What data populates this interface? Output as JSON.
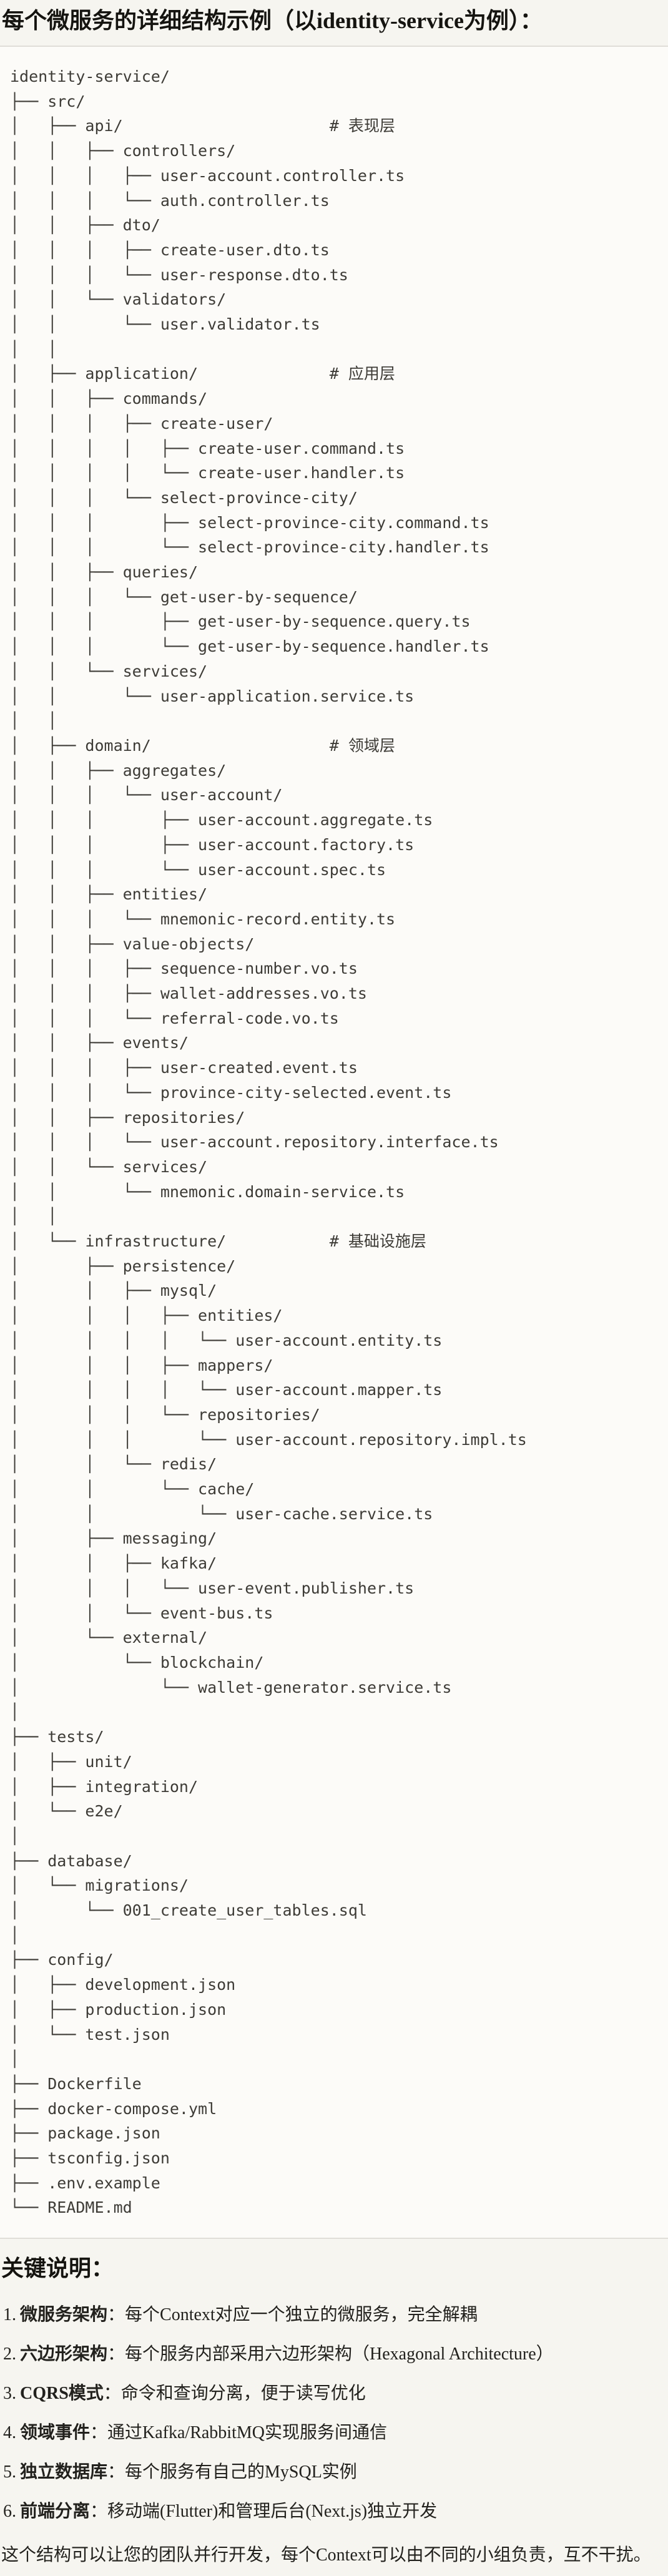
{
  "page": {
    "title": "每个微服务的详细结构示例（以identity-service为例）：",
    "colors": {
      "page_background": "#f6f5f0",
      "code_background": "#fcfbf8",
      "code_border": "#e0ded8",
      "code_text": "#3d3b36",
      "body_text": "#22211d"
    }
  },
  "code_block": {
    "language": "plaintext-directory-tree",
    "root": "identity-service/",
    "layer_comments": [
      "# 表现层",
      "# 应用层",
      "# 领域层",
      "# 基础设施层"
    ],
    "lines": [
      "identity-service/",
      "├── src/",
      "│   ├── api/                      # 表现层",
      "│   │   ├── controllers/",
      "│   │   │   ├── user-account.controller.ts",
      "│   │   │   └── auth.controller.ts",
      "│   │   ├── dto/",
      "│   │   │   ├── create-user.dto.ts",
      "│   │   │   └── user-response.dto.ts",
      "│   │   └── validators/",
      "│   │       └── user.validator.ts",
      "│   │",
      "│   ├── application/              # 应用层",
      "│   │   ├── commands/",
      "│   │   │   ├── create-user/",
      "│   │   │   │   ├── create-user.command.ts",
      "│   │   │   │   └── create-user.handler.ts",
      "│   │   │   └── select-province-city/",
      "│   │   │       ├── select-province-city.command.ts",
      "│   │   │       └── select-province-city.handler.ts",
      "│   │   ├── queries/",
      "│   │   │   └── get-user-by-sequence/",
      "│   │   │       ├── get-user-by-sequence.query.ts",
      "│   │   │       └── get-user-by-sequence.handler.ts",
      "│   │   └── services/",
      "│   │       └── user-application.service.ts",
      "│   │",
      "│   ├── domain/                   # 领域层",
      "│   │   ├── aggregates/",
      "│   │   │   └── user-account/",
      "│   │   │       ├── user-account.aggregate.ts",
      "│   │   │       ├── user-account.factory.ts",
      "│   │   │       └── user-account.spec.ts",
      "│   │   ├── entities/",
      "│   │   │   └── mnemonic-record.entity.ts",
      "│   │   ├── value-objects/",
      "│   │   │   ├── sequence-number.vo.ts",
      "│   │   │   ├── wallet-addresses.vo.ts",
      "│   │   │   └── referral-code.vo.ts",
      "│   │   ├── events/",
      "│   │   │   ├── user-created.event.ts",
      "│   │   │   └── province-city-selected.event.ts",
      "│   │   ├── repositories/",
      "│   │   │   └── user-account.repository.interface.ts",
      "│   │   └── services/",
      "│   │       └── mnemonic.domain-service.ts",
      "│   │",
      "│   └── infrastructure/           # 基础设施层",
      "│       ├── persistence/",
      "│       │   ├── mysql/",
      "│       │   │   ├── entities/",
      "│       │   │   │   └── user-account.entity.ts",
      "│       │   │   ├── mappers/",
      "│       │   │   │   └── user-account.mapper.ts",
      "│       │   │   └── repositories/",
      "│       │   │       └── user-account.repository.impl.ts",
      "│       │   └── redis/",
      "│       │       └── cache/",
      "│       │           └── user-cache.service.ts",
      "│       ├── messaging/",
      "│       │   ├── kafka/",
      "│       │   │   └── user-event.publisher.ts",
      "│       │   └── event-bus.ts",
      "│       └── external/",
      "│           └── blockchain/",
      "│               └── wallet-generator.service.ts",
      "│",
      "├── tests/",
      "│   ├── unit/",
      "│   ├── integration/",
      "│   └── e2e/",
      "│",
      "├── database/",
      "│   └── migrations/",
      "│       └── 001_create_user_tables.sql",
      "│",
      "├── config/",
      "│   ├── development.json",
      "│   ├── production.json",
      "│   └── test.json",
      "│",
      "├── Dockerfile",
      "├── docker-compose.yml",
      "├── package.json",
      "├── tsconfig.json",
      "├── .env.example",
      "└── README.md"
    ]
  },
  "notes": {
    "heading": "关键说明：",
    "items": [
      {
        "num": "1.",
        "term": "微服务架构",
        "desc": "：每个Context对应一个独立的微服务，完全解耦"
      },
      {
        "num": "2.",
        "term": "六边形架构",
        "desc": "：每个服务内部采用六边形架构（Hexagonal Architecture）"
      },
      {
        "num": "3.",
        "term": "CQRS模式",
        "desc": "：命令和查询分离，便于读写优化"
      },
      {
        "num": "4.",
        "term": "领域事件",
        "desc": "：通过Kafka/RabbitMQ实现服务间通信"
      },
      {
        "num": "5.",
        "term": "独立数据库",
        "desc": "：每个服务有自己的MySQL实例"
      },
      {
        "num": "6.",
        "term": "前端分离",
        "desc": "：移动端(Flutter)和管理后台(Next.js)独立开发"
      }
    ],
    "footer": "这个结构可以让您的团队并行开发，每个Context可以由不同的小组负责，互不干扰。"
  }
}
